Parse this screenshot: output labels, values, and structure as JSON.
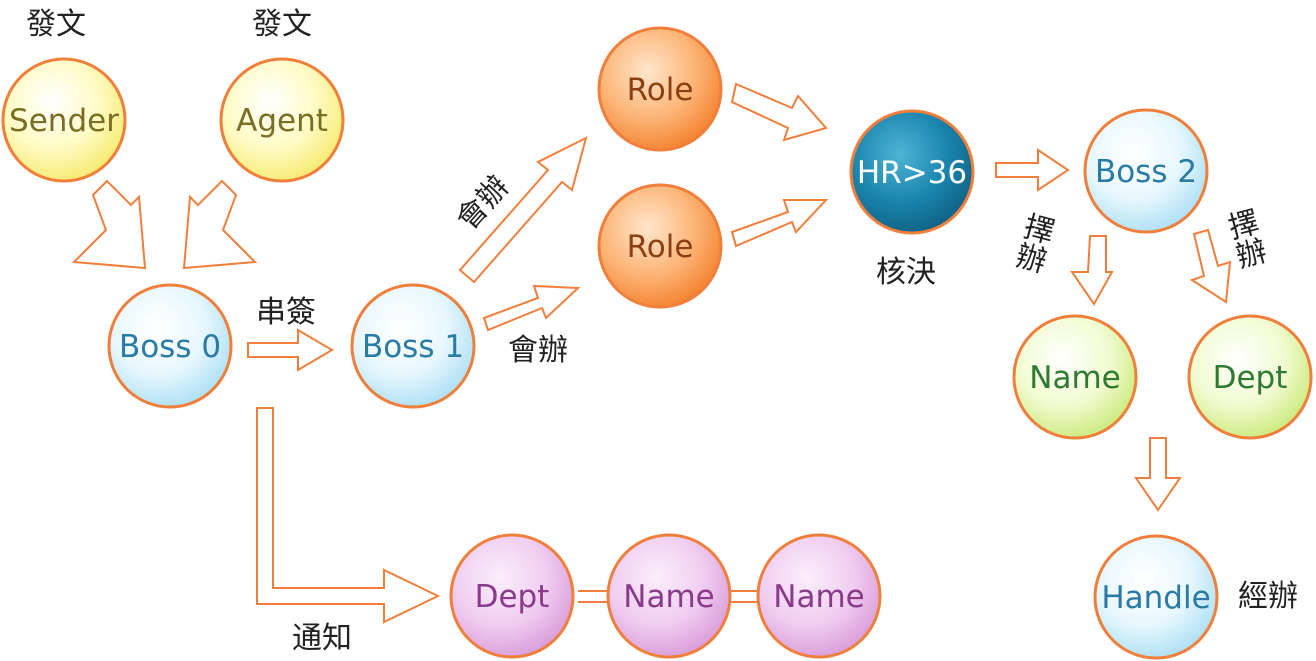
{
  "nodes": {
    "sender": "Sender",
    "agent": "Agent",
    "boss0": "Boss 0",
    "boss1": "Boss 1",
    "role_top": "Role",
    "role_bottom": "Role",
    "hr": "HR>36",
    "boss2": "Boss 2",
    "name_right": "Name",
    "dept_right": "Dept",
    "handle": "Handle",
    "dept_bottom": "Dept",
    "name_bottom_1": "Name",
    "name_bottom_2": "Name"
  },
  "labels": {
    "send_doc_left": "發文",
    "send_doc_right": "發文",
    "sequential_sign": "串簽",
    "co_handle_upper": "會辦",
    "co_handle_lower": "會辦",
    "approve": "核決",
    "select_handle_left": "擇辦",
    "select_handle_right": "擇辦",
    "notify": "通知",
    "handling": "經辦"
  },
  "colors": {
    "yellow_fill": "#fff59a",
    "yellow_text": "#7a6d24",
    "blue_fill": "#cfeefb",
    "blue_text": "#2a7aa6",
    "orange_fill": "#f9a05a",
    "orange_text": "#8c3f12",
    "teal_fill": "#167fa8",
    "teal_text": "#ffffff",
    "green_fill": "#e6f6b8",
    "green_text": "#2f7a33",
    "purple_fill": "#ecc0ec",
    "purple_text": "#8a3a8a",
    "outline": "#f07f3c"
  }
}
